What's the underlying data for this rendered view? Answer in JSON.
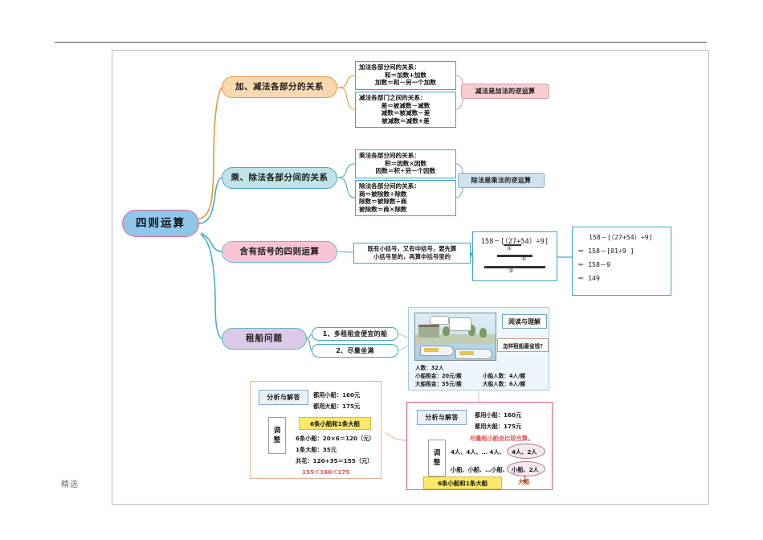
{
  "document": {
    "watermark": "精选"
  },
  "mindmap": {
    "center": "四则运算",
    "branches": [
      {
        "id": "add-sub",
        "label": "加、减法各部分的关系"
      },
      {
        "id": "mul-div",
        "label": "乘、除法各部分间的关系"
      },
      {
        "id": "brackets",
        "label": "含有括号的四则运算"
      },
      {
        "id": "boat",
        "label": "租船问题"
      }
    ],
    "add_box": {
      "title": "加法各部分间的关系：",
      "lines": [
        "和＝加数+加数",
        "加数＝和－另一个加数"
      ]
    },
    "sub_box": {
      "title": "减法各部门之间的关系：",
      "lines": [
        "差＝被减数－减数",
        "减数＝被减数－差",
        "被减数＝减数+差"
      ]
    },
    "sub_tag": "减法是加法的逆运算",
    "mul_box": {
      "title": "乘法各部分间的关系：",
      "lines": [
        "积＝因数×因数",
        "因数＝积÷另一个因数"
      ]
    },
    "div_box": {
      "title": "除法各部分间的关系：",
      "lines": [
        "商＝被除数÷除数",
        "除数＝被除数÷商",
        "被除数＝商×除数"
      ]
    },
    "div_tag": "除法是乘法的逆运算",
    "bracket_rule": {
      "line1": "既有小括号，又有中括号，要先算",
      "line2": "小括号里的，再算中括号里的"
    },
    "expression": {
      "text": "158－[（27+54）÷9]",
      "marker1": "①",
      "marker2": "②",
      "marker3": "③"
    },
    "calculation": {
      "steps": [
        "158－[（27+54）÷9]",
        "＝ 158－[81÷9 ]",
        "＝ 158－9",
        "＝ 149"
      ]
    },
    "boat_subs": [
      "1、多租租金便宜的船",
      "2、尽量坐满"
    ]
  },
  "reading_panel": {
    "title": "阅读与理解",
    "question": "怎样租船最省钱?",
    "facts": [
      {
        "left": "人数：32人",
        "right": ""
      },
      {
        "left": "小船租金：20元/艘",
        "right": "小船人数：4人/艘"
      },
      {
        "left": "大船租金：35元/艘",
        "right": "大船人数：6人/艘"
      }
    ],
    "photo_caption": ""
  },
  "analysis_left": {
    "title": "分析与解答",
    "adjust": "调整",
    "all_small": "都用小船：160元",
    "all_big": "都用大船：175元",
    "highlight": "6条小船和1条大船",
    "calc1": "6条小船：20×6＝120（元）",
    "calc2": "1条大船：35元",
    "calc3": "共花：120+35＝155（元）",
    "compare": "155＜160＜175"
  },
  "analysis_right": {
    "title": "分析与解答",
    "adjust": "调整",
    "all_small": "都用小船：160元",
    "all_big": "都用大船：175元",
    "note": "尽量租小船会比较合算。",
    "row1_prefix": "4人、4人、… 4人、",
    "row1_oval": "4人、2人",
    "row2_prefix": "小船、小船、…小船、",
    "row2_oval": "小船、2人",
    "big_boat_label": "大船",
    "highlight": "6条小船和1条大船"
  }
}
